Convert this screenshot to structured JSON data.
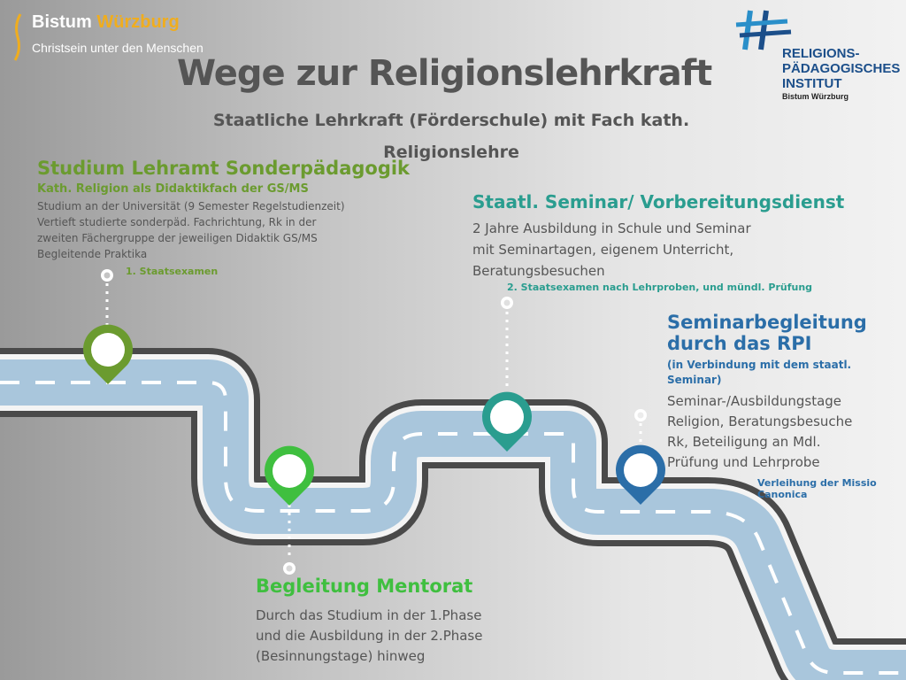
{
  "header": {
    "bistum_name_part1": "Bistum ",
    "bistum_name_part2": "Würzburg",
    "bistum_tagline": "Christsein unter den Menschen",
    "rpi_line1": "RELIGIONS-",
    "rpi_line2": "PÄDAGOGISCHES",
    "rpi_line3": "INSTITUT",
    "rpi_sub": "Bistum Würzburg"
  },
  "title": "Wege zur Religionslehrkraft",
  "subtitle": "Staatliche Lehrkraft (Förderschule) mit  Fach kath. Religionslehre",
  "station1": {
    "heading": "Studium Lehramt Sonderpädagogik",
    "subheading": "Kath. Religion als Didaktikfach der GS/MS",
    "body_lines": [
      "Studium an der Universität (9 Semester Regelstudienzeit)",
      "Vertieft studierte sonderpäd. Fachrichtung, Rk in der",
      "zweiten Fächergruppe der jeweiligen Didaktik GS/MS",
      "Begleitende Praktika"
    ],
    "exam": "1. Staatsexamen"
  },
  "station2": {
    "heading": "Staatl. Seminar/ Vorbereitungsdienst",
    "body_lines": [
      "2 Jahre Ausbildung in Schule und Seminar",
      "mit Seminartagen, eigenem Unterricht,",
      "Beratungsbesuchen"
    ],
    "exam": "2. Staatsexamen nach Lehrproben, und mündl. Prüfung"
  },
  "station3": {
    "heading_lines": [
      "Seminarbegleitung",
      "durch das RPI"
    ],
    "subheading_lines": [
      "(in Verbindung mit dem staatl.",
      "Seminar)"
    ],
    "body_lines": [
      "Seminar-/Ausbildungstage",
      "Religion, Beratungsbesuche",
      "Rk, Beteiligung an Mdl.",
      "Prüfung und Lehrprobe"
    ],
    "exam_lines": [
      "Verleihung der Missio",
      "Canonica"
    ]
  },
  "station4": {
    "heading": "Begleitung Mentorat",
    "body_lines": [
      "Durch das Studium in der 1.Phase",
      "und die Ausbildung in der 2.Phase",
      "(Besinnungstage) hinweg"
    ]
  },
  "colors": {
    "pin1": "#6b9b2f",
    "pin2": "#3fbf3f",
    "pin3": "#2a9d8f",
    "pin4": "#2b6ea8",
    "road": "#a9c6dc",
    "road_edge": "#333333"
  }
}
